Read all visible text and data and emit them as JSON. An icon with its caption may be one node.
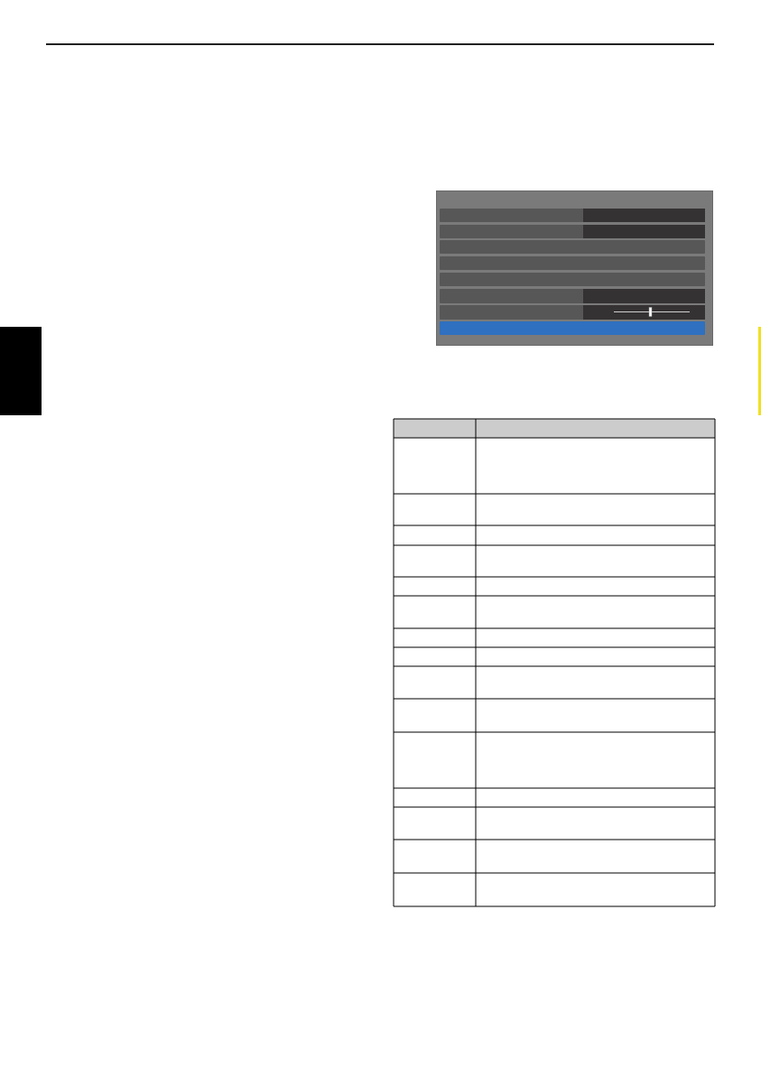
{
  "diagram": {
    "nodes": [
      {
        "text": [],
        "shape": "box"
      },
      {
        "text": [],
        "shape": "bar",
        "in": 0
      },
      {
        "text": [],
        "shape": "bar",
        "in": 0
      },
      {
        "text": [],
        "shape": "bar",
        "in": 0
      },
      {
        "text": [],
        "shape": "bar",
        "in": 0
      },
      {
        "text": [],
        "shape": "bar",
        "in": 0
      },
      {
        "text": [],
        "shape": "bar",
        "in": 0
      },
      {
        "text": [],
        "shape": "bar",
        "in": 0
      },
      {
        "text": [],
        "shape": "bar",
        "in": 0
      },
      {
        "text": [],
        "shape": "box"
      }
    ]
  }
}
